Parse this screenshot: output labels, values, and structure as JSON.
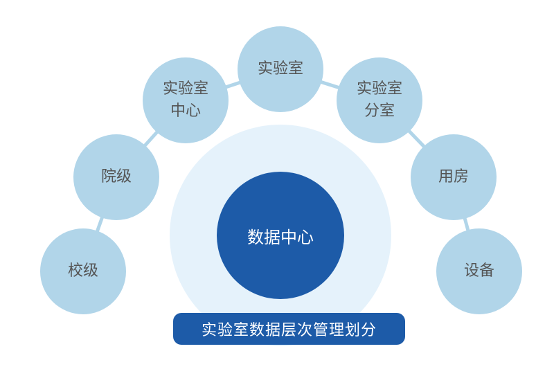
{
  "center": {
    "label": "数据中心"
  },
  "nodes": [
    {
      "label": "校级"
    },
    {
      "label": "院级"
    },
    {
      "label": "实验室\n中心"
    },
    {
      "label": "实验室"
    },
    {
      "label": "实验室\n分室"
    },
    {
      "label": "用房"
    },
    {
      "label": "设备"
    }
  ],
  "banner": {
    "label": "实验室数据层次管理划分"
  },
  "colors": {
    "node": "#b1d5e9",
    "center": "#1d5ba8",
    "halo": "#e5f2fb",
    "text": "#555555"
  }
}
